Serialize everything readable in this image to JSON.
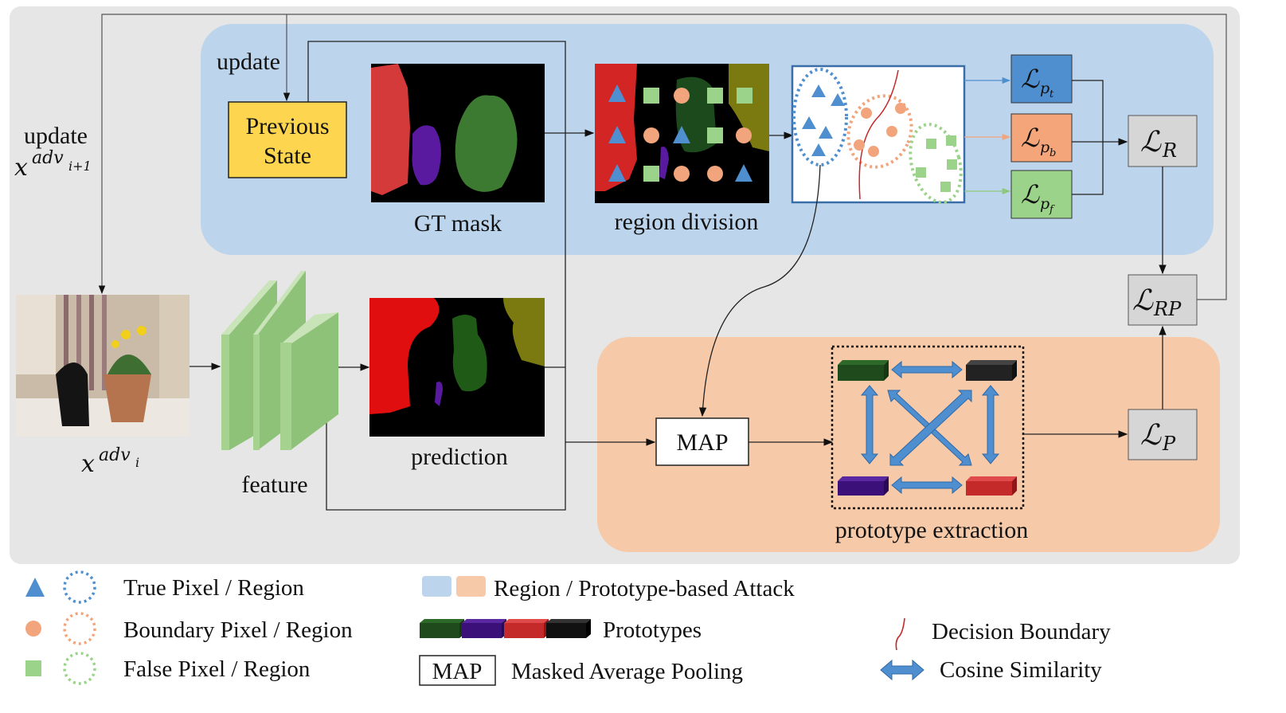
{
  "labels": {
    "update_top": "update",
    "update_left": "update",
    "previous_state_line1": "Previous",
    "previous_state_line2": "State",
    "gt_mask": "GT mask",
    "region_division": "region division",
    "feature": "feature",
    "prediction": "prediction",
    "prototype_extraction": "prototype extraction",
    "map_box": "MAP"
  },
  "math": {
    "x_adv_next_base": "x",
    "x_adv_next_sup": "adv",
    "x_adv_next_sub": "i+1",
    "x_adv_base": "x",
    "x_adv_sup": "adv",
    "x_adv_sub": "i",
    "loss_L": "ℒ",
    "loss_pt_sub": "p",
    "loss_pt_subsub": "t",
    "loss_pb_sub": "p",
    "loss_pb_subsub": "b",
    "loss_pf_sub": "p",
    "loss_pf_subsub": "f",
    "loss_R_sub": "R",
    "loss_RP_sub": "RP",
    "loss_P_sub": "P"
  },
  "legend": {
    "true_pixel_region": "True Pixel / Region",
    "boundary_pixel_region": "Boundary Pixel / Region",
    "false_pixel_region": "False Pixel / Region",
    "attack_type": "Region / Prototype-based Attack",
    "prototypes": "Prototypes",
    "map_box": "MAP",
    "map_desc": "Masked Average Pooling",
    "decision_boundary": "Decision Boundary",
    "cosine_similarity": "Cosine Similarity"
  },
  "colors": {
    "panel_gray": "#e6e6e6",
    "region_panel_blue": "#bcd5ec",
    "prototype_panel_orange": "#f6c9a8",
    "true_blue": "#4f8fd0",
    "boundary_orange": "#f2a57c",
    "false_green": "#9bd38a",
    "previous_state_yellow": "#fdd54f",
    "loss_pt_fill": "#4f8fd0",
    "loss_pb_fill": "#f5a57a",
    "loss_pf_fill": "#9bd38a",
    "loss_gray": "#d6d6d6",
    "proto_green": "#1f4a1c",
    "proto_purple": "#3b1078",
    "proto_red": "#c42a2a",
    "proto_black": "#222222",
    "feature_green": "#a5d38f"
  },
  "icons": [
    "triangle-icon",
    "circle-icon",
    "square-icon",
    "dotted-ellipse-icon",
    "double-arrow-icon",
    "decision-boundary-icon"
  ]
}
